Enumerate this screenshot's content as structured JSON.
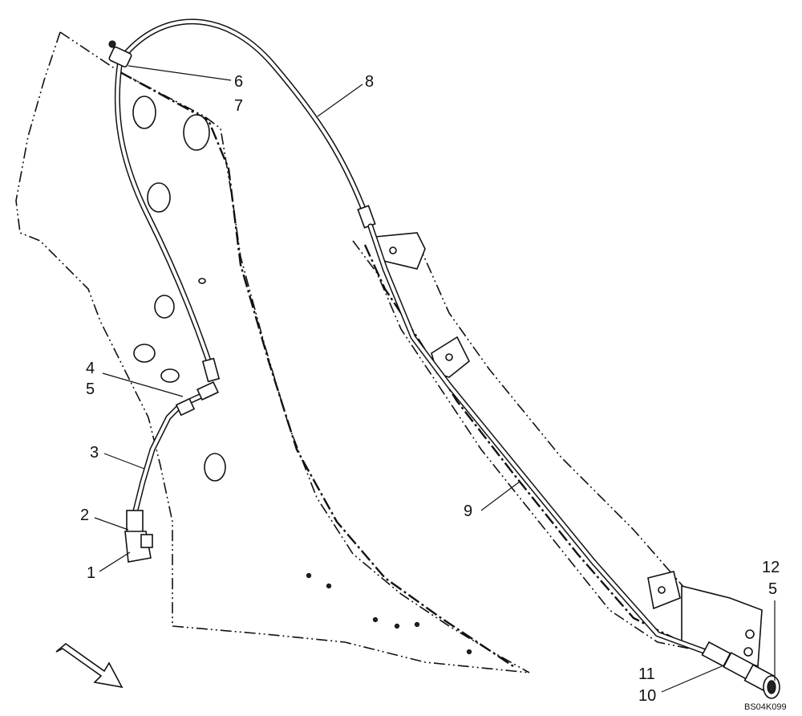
{
  "callouts": {
    "c1": "1",
    "c2": "2",
    "c3": "3",
    "c4": "4",
    "c5a": "5",
    "c6": "6",
    "c7": "7",
    "c8": "8",
    "c9": "9",
    "c10": "10",
    "c11": "11",
    "c12": "12",
    "c5b": "5"
  },
  "reference_code": "BS04K099",
  "direction_arrow": "arrow-icon"
}
